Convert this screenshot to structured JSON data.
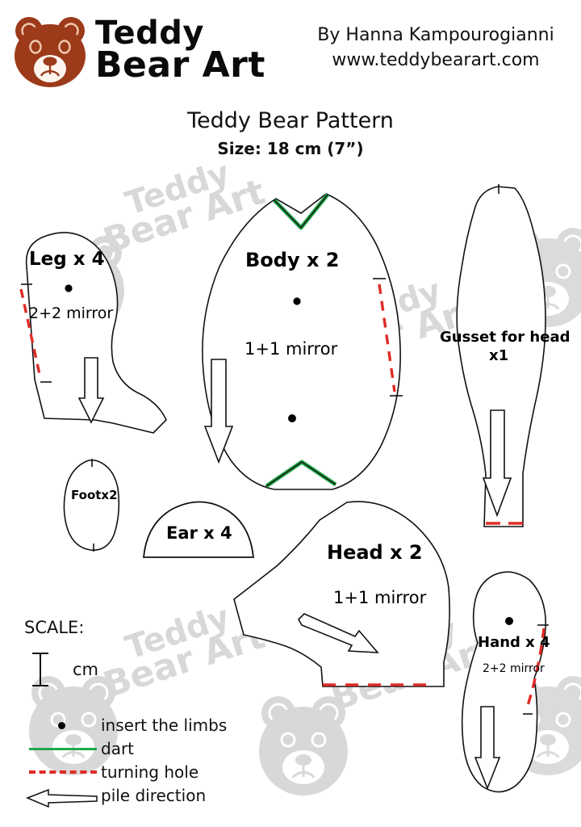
{
  "header": {
    "logo_line1": "Teddy",
    "logo_line2": "Bear Art",
    "logo_icon": "teddy-bear-head-icon",
    "byline_author": "By Hanna Kampourogianni",
    "byline_site": "www.teddybearart.com",
    "logo_color": "#9c3a1a",
    "logo_muzzle_color": "#fdf6ee"
  },
  "title": {
    "main": "Teddy Bear Pattern",
    "size": "Size: 18 cm (7”)"
  },
  "pieces": [
    {
      "id": "leg",
      "label": "Leg x 4",
      "sublabel": "2+2 mirror",
      "has_dot": true,
      "has_turning_hole": true,
      "has_dart": false,
      "has_pile_arrow": true
    },
    {
      "id": "body",
      "label": "Body x 2",
      "sublabel": "1+1 mirror",
      "has_dot": true,
      "has_turning_hole": true,
      "has_dart": true,
      "has_pile_arrow": true
    },
    {
      "id": "gusset",
      "label": "Gusset for head",
      "sublabel": "x1",
      "has_dot": false,
      "has_turning_hole": true,
      "has_dart": false,
      "has_pile_arrow": true
    },
    {
      "id": "foot",
      "label": "Footx2",
      "sublabel": "",
      "has_dot": false,
      "has_turning_hole": false,
      "has_dart": false,
      "has_pile_arrow": false
    },
    {
      "id": "ear",
      "label": "Ear x 4",
      "sublabel": "",
      "has_dot": false,
      "has_turning_hole": false,
      "has_dart": false,
      "has_pile_arrow": false
    },
    {
      "id": "head",
      "label": "Head x 2",
      "sublabel": "1+1 mirror",
      "has_dot": false,
      "has_turning_hole": true,
      "has_dart": false,
      "has_pile_arrow": true
    },
    {
      "id": "hand",
      "label": "Hand x 4",
      "sublabel": "2+2 mirror",
      "has_dot": true,
      "has_turning_hole": true,
      "has_dart": false,
      "has_pile_arrow": true
    }
  ],
  "legend": {
    "scale_title": "SCALE:",
    "scale_unit": "cm",
    "items": [
      {
        "key": "dot",
        "text": "insert the limbs",
        "color": "#000000"
      },
      {
        "key": "solid-green",
        "text": "dart",
        "color": "#22a84a"
      },
      {
        "key": "dashed-red",
        "text": "turning hole",
        "color": "#e02b26"
      },
      {
        "key": "arrow",
        "text": "pile direction",
        "color": "#000000"
      }
    ]
  },
  "watermark": {
    "line1": "Teddy",
    "line2": "Bear Art",
    "color": "#d8d8d8"
  }
}
